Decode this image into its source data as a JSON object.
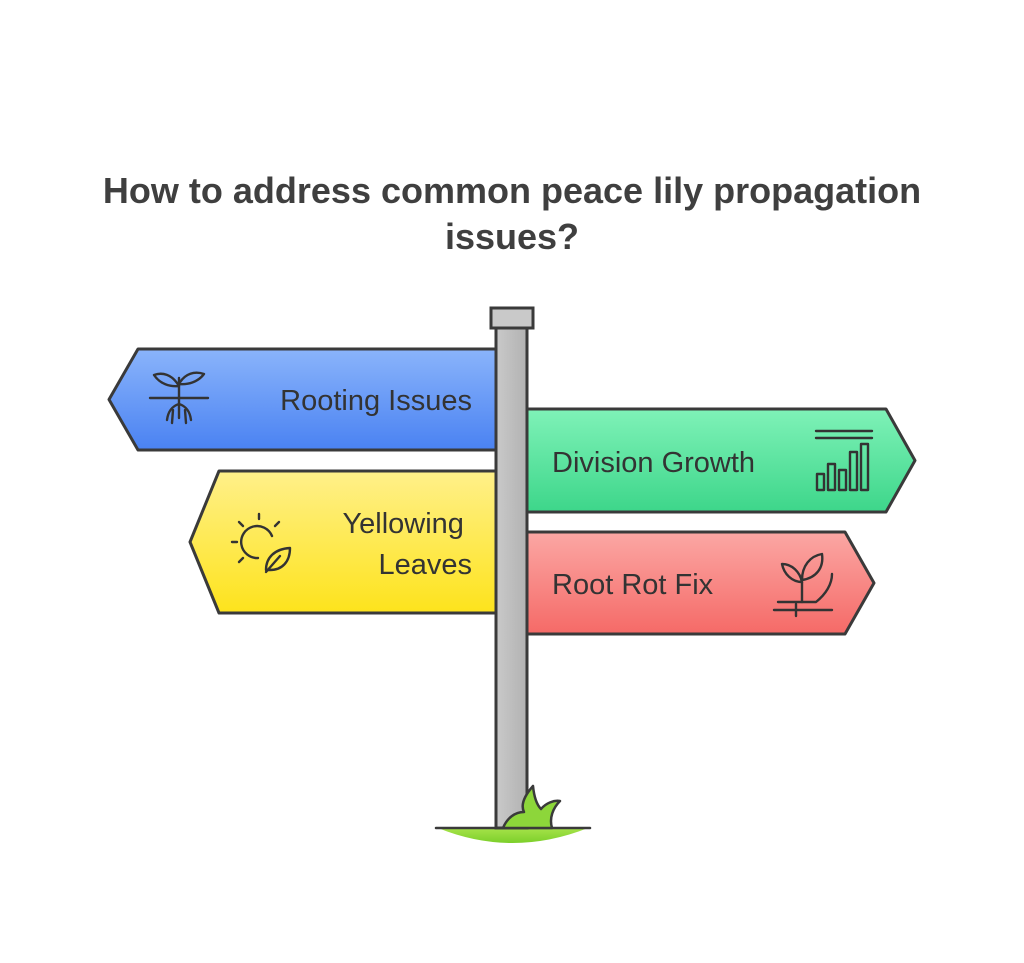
{
  "title": "How to address common peace lily propagation issues?",
  "signs": [
    {
      "label": "Rooting Issues",
      "icon": "sprout-roots-icon",
      "color": "#5b8ff5",
      "direction": "left"
    },
    {
      "label": "Division Growth",
      "icon": "bar-chart-icon",
      "color": "#4fde97",
      "direction": "right"
    },
    {
      "label_lines": [
        "Yellowing",
        "Leaves"
      ],
      "icon": "sun-leaf-icon",
      "color": "#fde93a",
      "direction": "left"
    },
    {
      "label": "Root Rot Fix",
      "icon": "seedling-slope-icon",
      "color": "#f77a77",
      "direction": "right"
    }
  ],
  "colors": {
    "title": "#3f3f3f",
    "post": "#bdbdbd",
    "grass": "#8dd63a",
    "outline": "#3a3a3a"
  }
}
